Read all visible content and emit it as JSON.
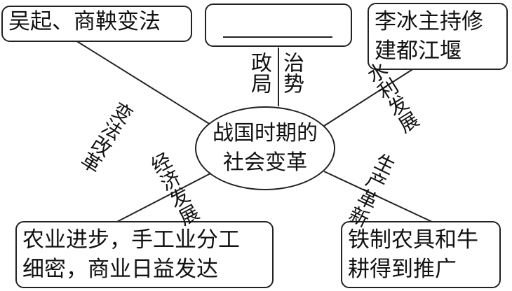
{
  "center": {
    "line1": "战国时期的",
    "line2": "社会变革"
  },
  "top_left": {
    "text": "吴起、商鞅变法",
    "branch": "变法改革"
  },
  "top_center": {
    "branch_col1": "政局",
    "branch_col2": "治势"
  },
  "top_right": {
    "line1": "李冰主持修",
    "line2": "建都江堰",
    "branch": "水利发展"
  },
  "bottom_left": {
    "line1": "农业进步，手工业分工",
    "line2": "细密，商业日益发达",
    "branch": "经济发展"
  },
  "bottom_right": {
    "line1": "铁制农具和牛",
    "line2": "耕得到推广",
    "branch": "生产革新"
  }
}
